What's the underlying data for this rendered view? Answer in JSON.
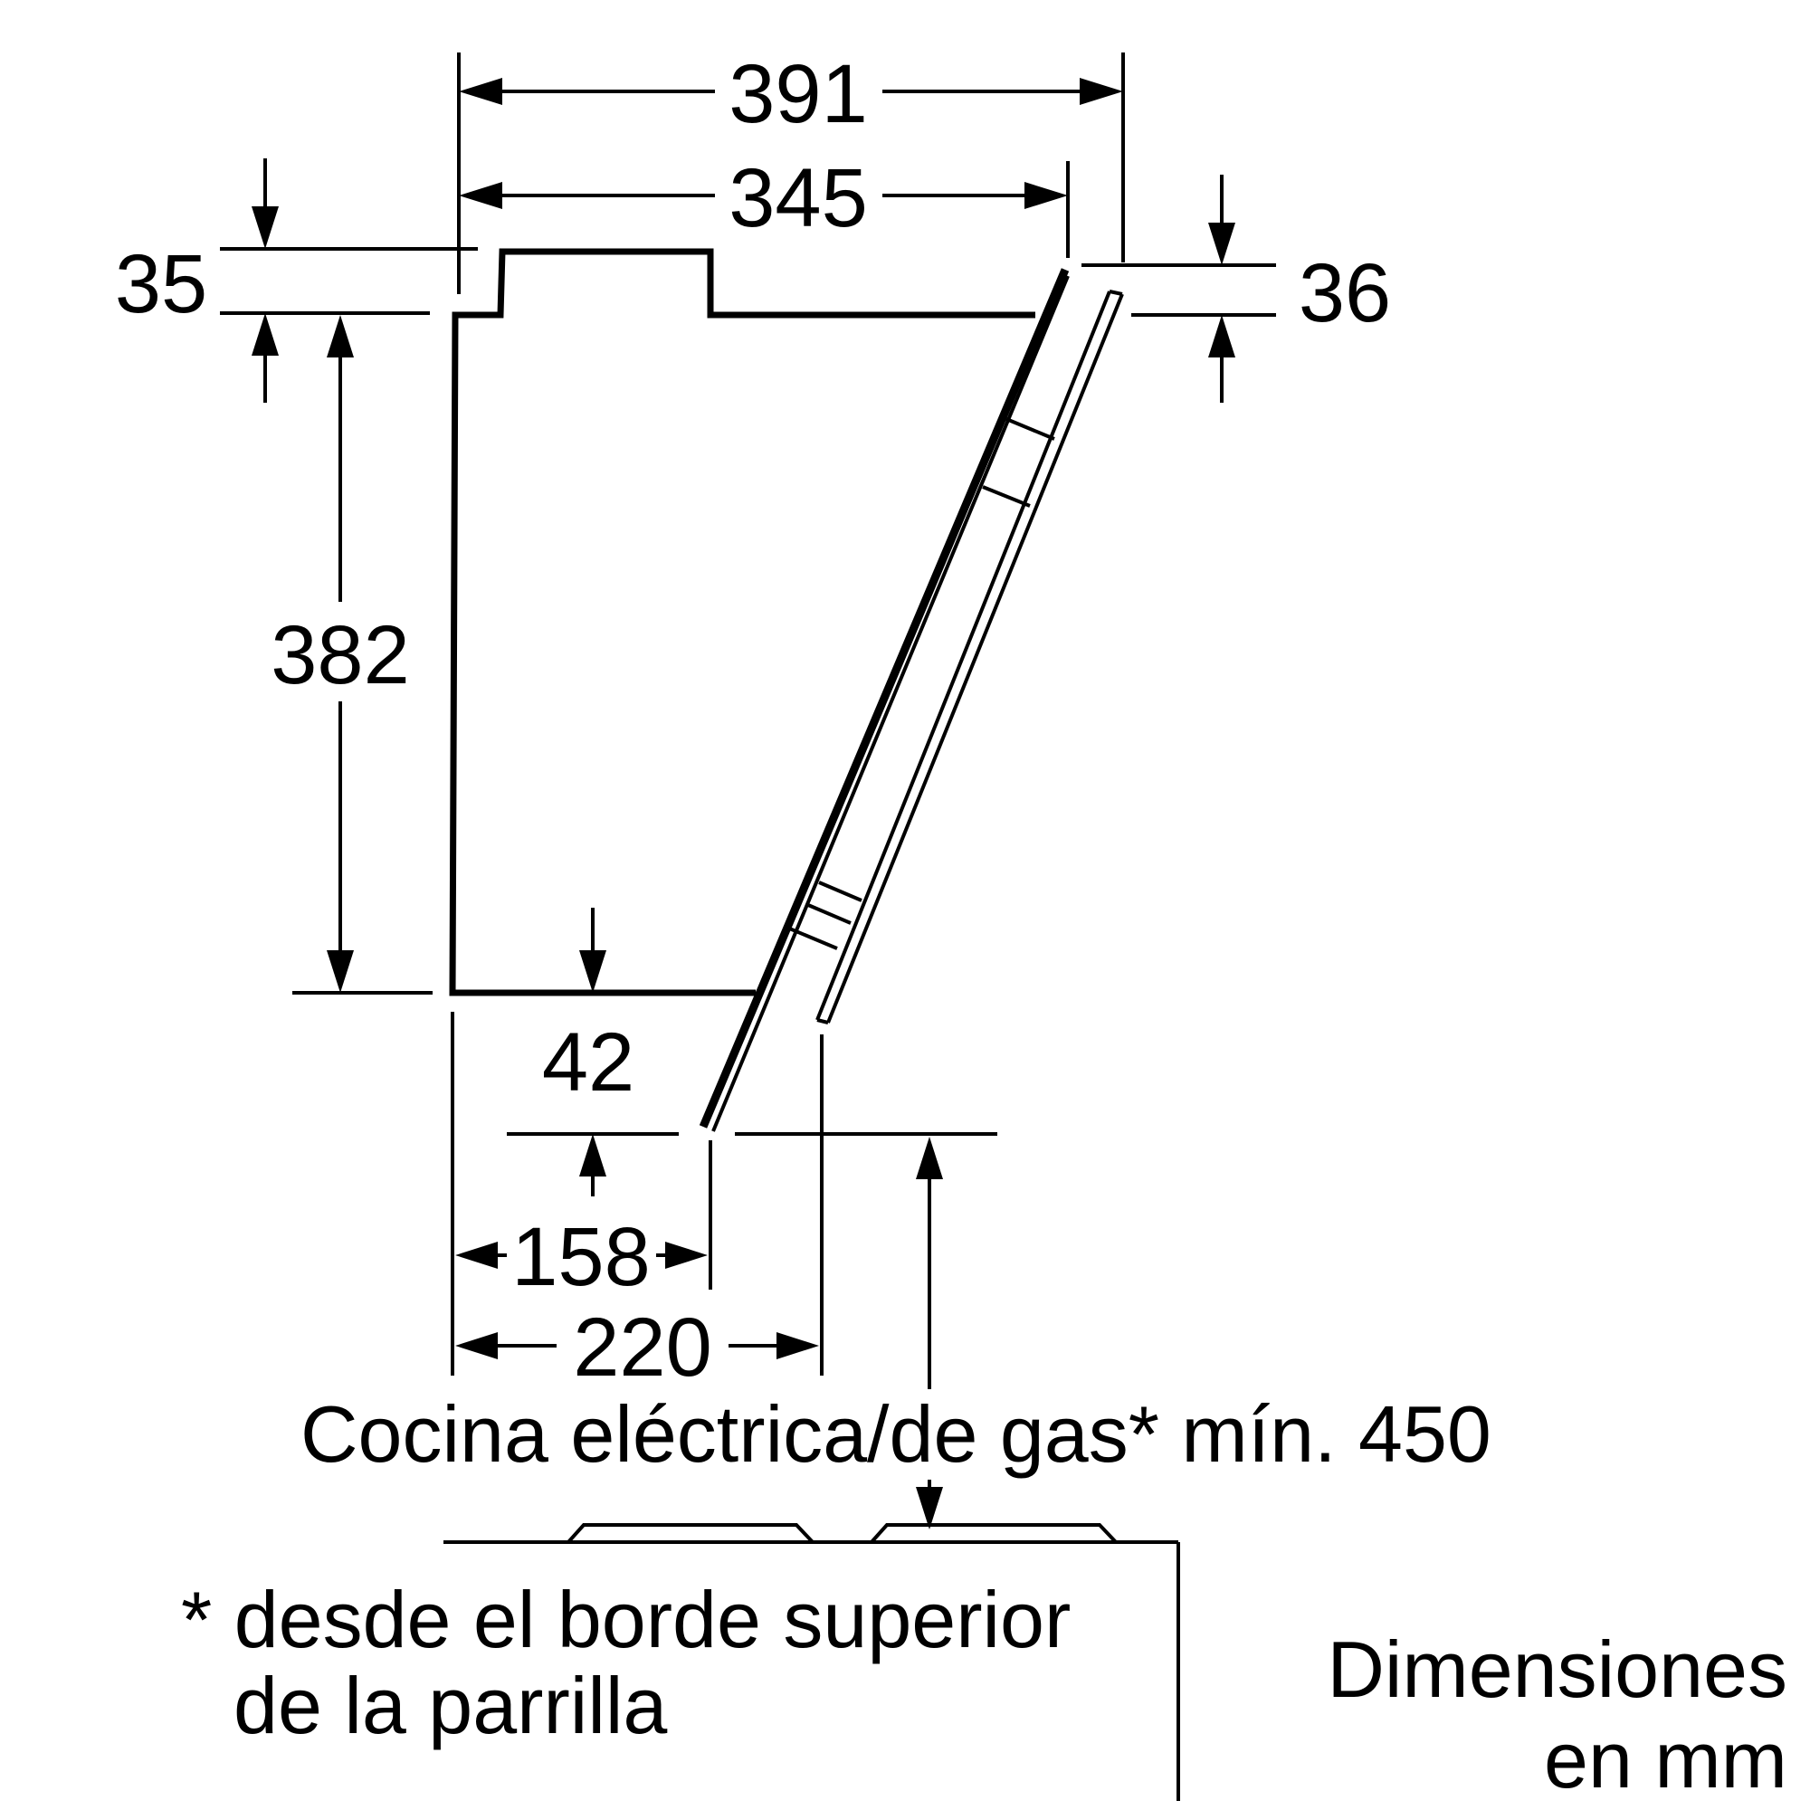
{
  "dimensions": {
    "width_391": "391",
    "width_345": "345",
    "height_35": "35",
    "height_36": "36",
    "height_382": "382",
    "depth_42": "42",
    "width_158": "158",
    "width_220": "220"
  },
  "labels": {
    "hob_distance": "Cocina eléctrica/de gas* mín. 450",
    "footnote_line1": "* desde el borde superior",
    "footnote_line2": "de la parrilla",
    "units_line1": "Dimensiones",
    "units_line2": "en mm"
  },
  "colors": {
    "line": "#000000",
    "background": "#ffffff"
  }
}
